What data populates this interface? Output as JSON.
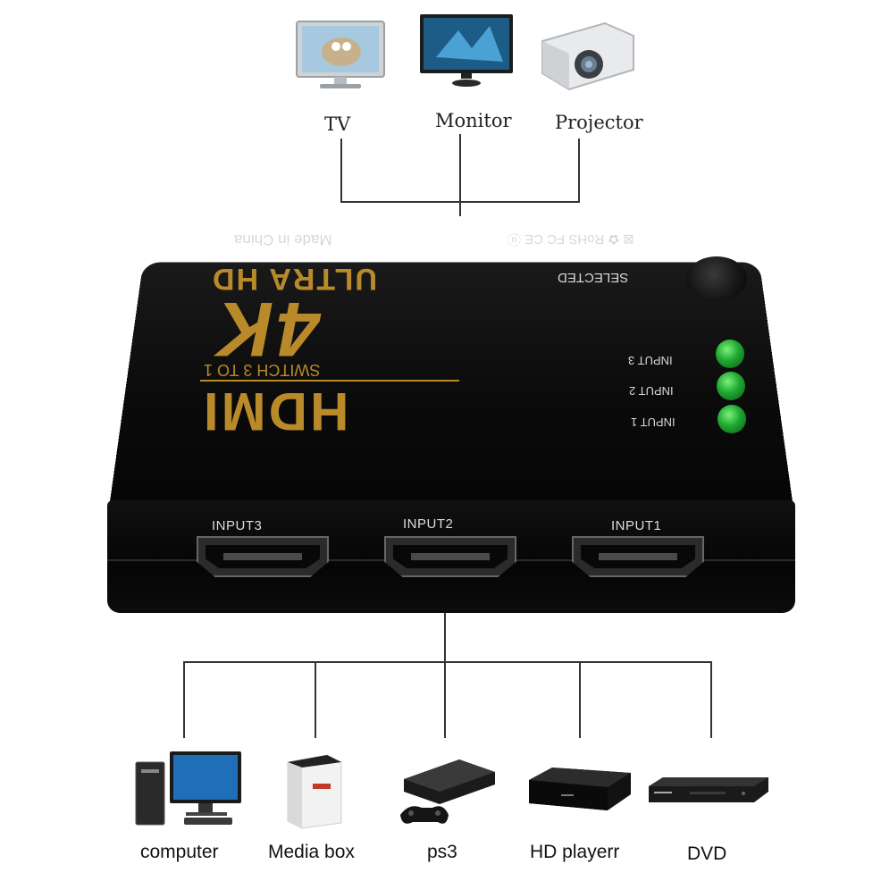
{
  "outputs": {
    "tv_label": "TV",
    "monitor_label": "Monitor",
    "projector_label": "Projector"
  },
  "switch": {
    "made_in": "Made in China",
    "cert_marks": "⊠ ✿ RoHS FC CE ⓤ",
    "ultra_hd": "ULTRA HD",
    "big_4k": "4K",
    "switch_text": "SWITCH 3 TO 1",
    "hdmi_logo": "HDMI",
    "selected_label": "SELECTED",
    "led_labels": [
      "INPUT 3",
      "INPUT 2",
      "INPUT 1"
    ],
    "port_labels": [
      "INPUT3",
      "INPUT2",
      "INPUT1"
    ],
    "colors": {
      "gold_print": "#b98a2a",
      "led_green": "#1fa831",
      "body": "#0b0b0b"
    }
  },
  "sources": {
    "items": [
      "computer",
      "Media box",
      "ps3",
      "HD playerr",
      "DVD"
    ]
  }
}
